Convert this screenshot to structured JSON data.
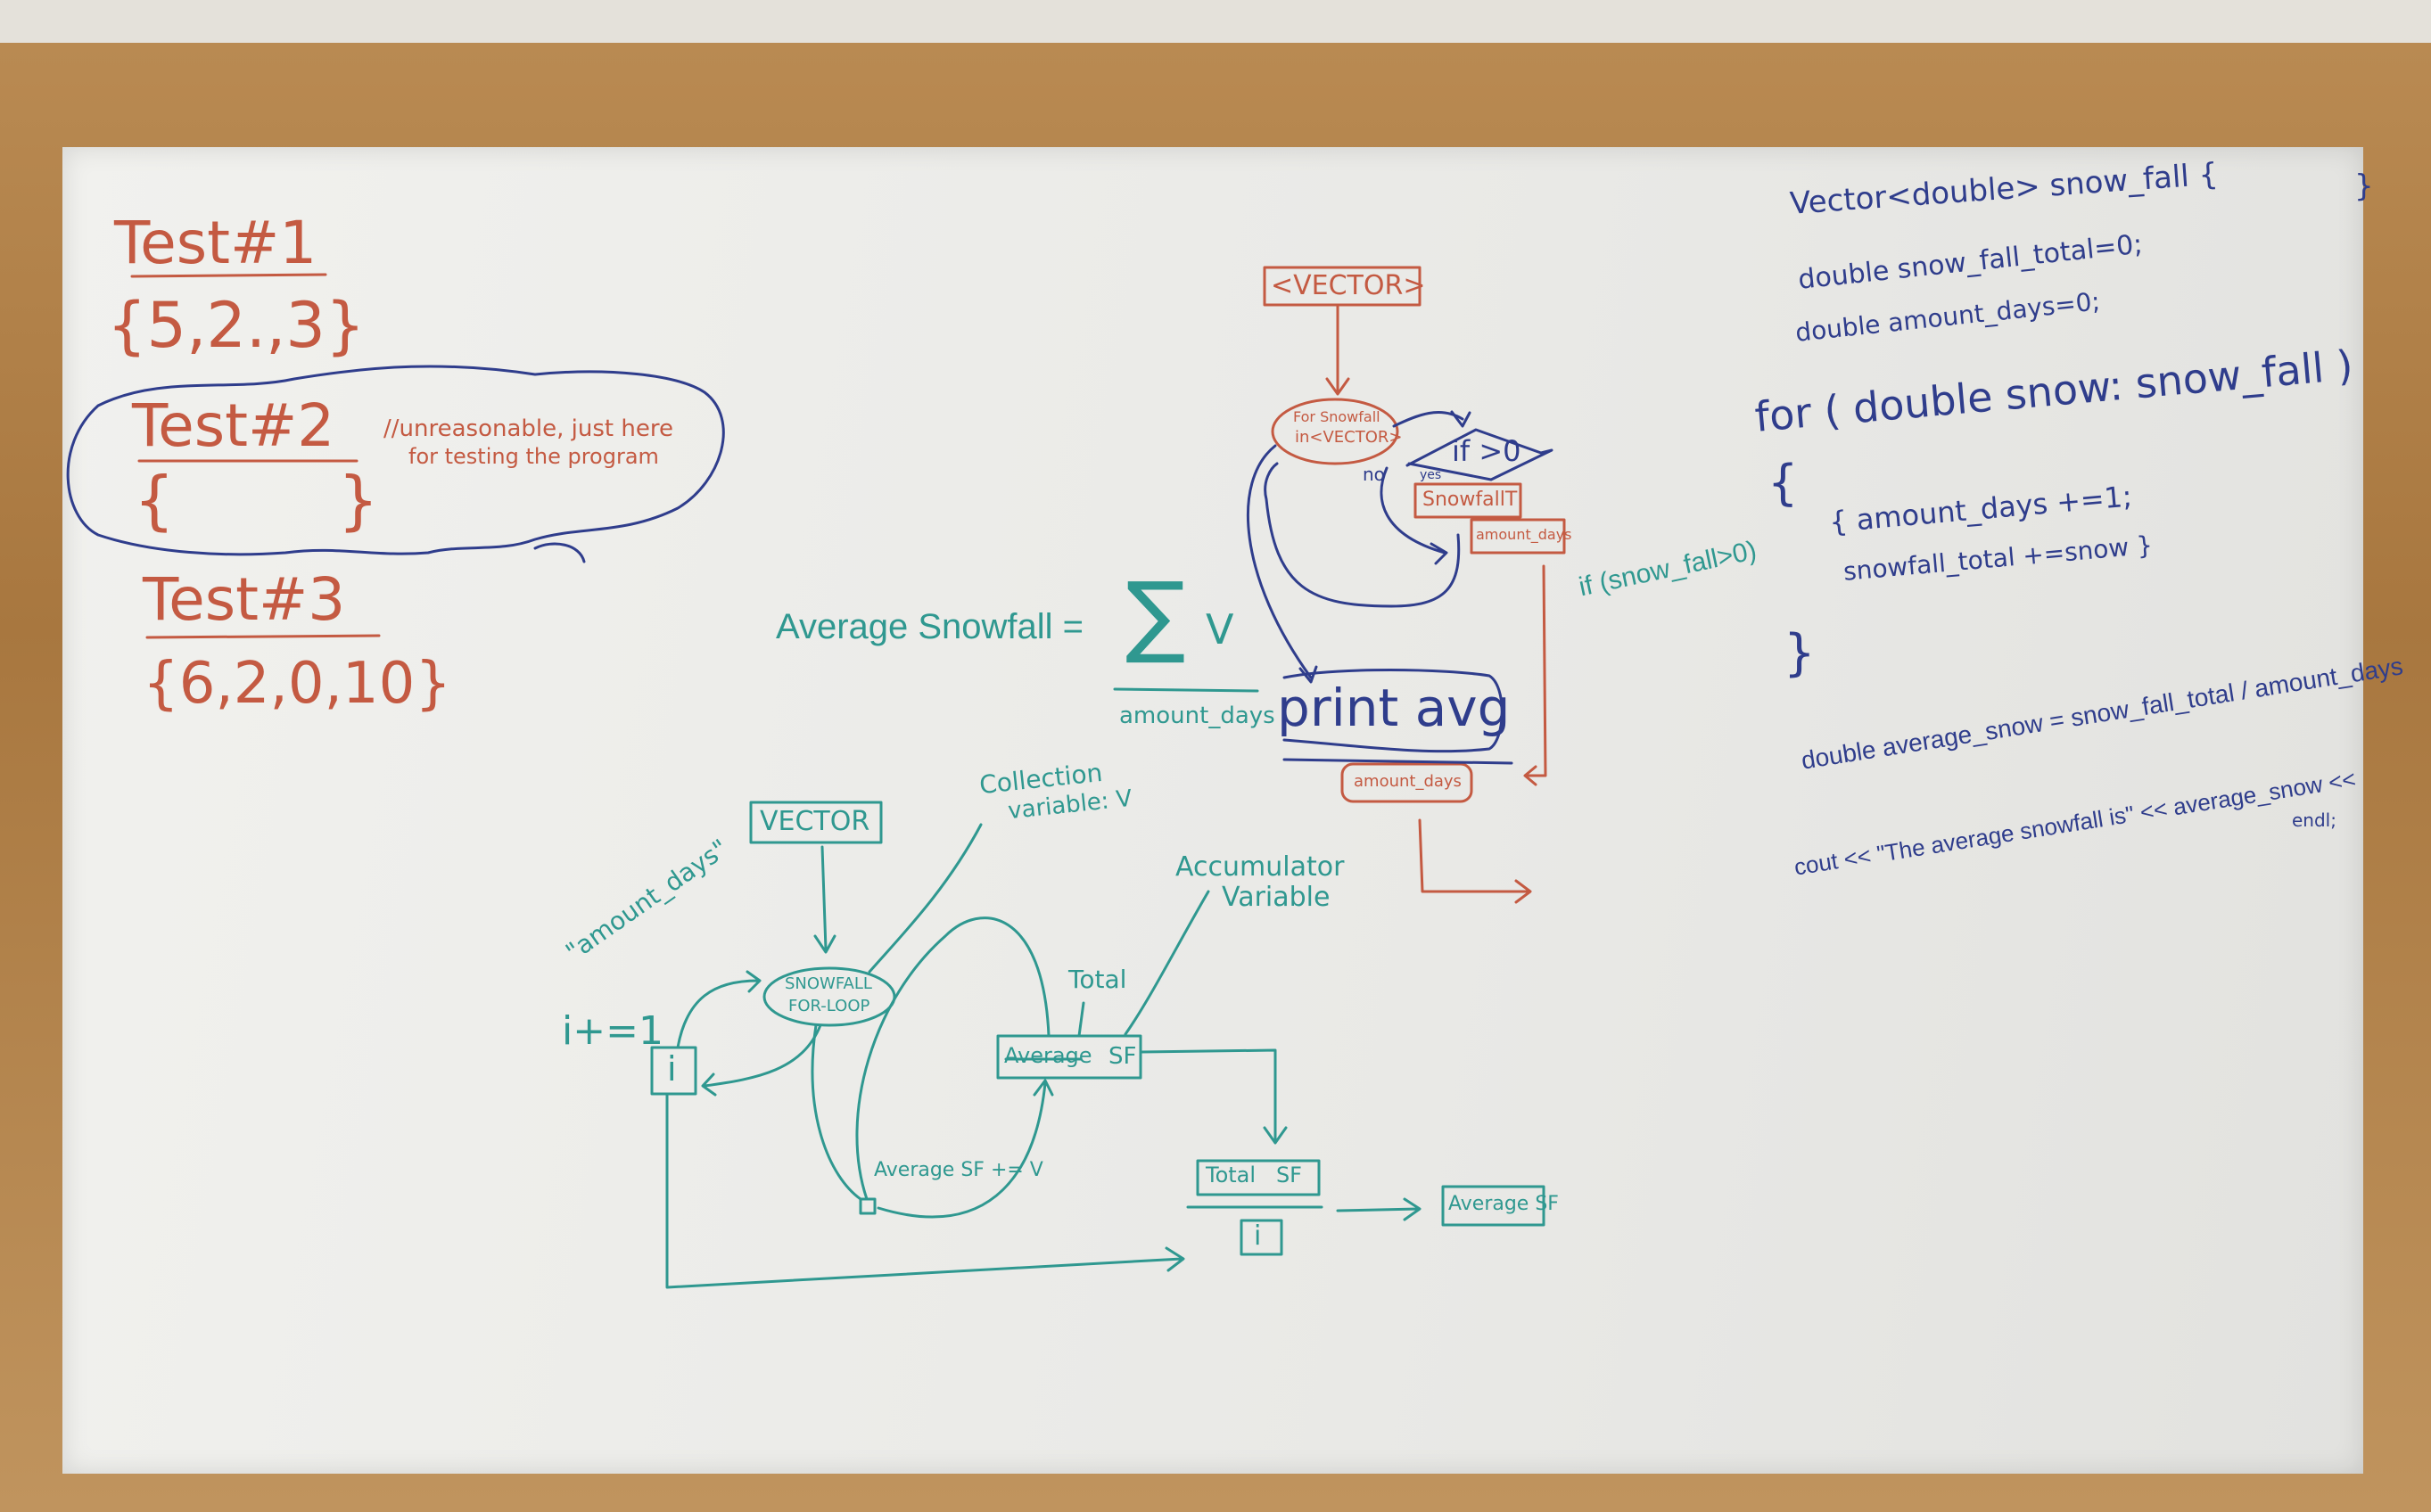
{
  "tests": [
    {
      "title": "Test#1",
      "values": "{5,2.,3}"
    },
    {
      "title": "Test#2",
      "values": "{        }",
      "note_line1": "//unreasonable, just here",
      "note_line2": "for testing the program"
    },
    {
      "title": "Test#3",
      "values": "{6,2,0,10}"
    }
  ],
  "formula": {
    "lhs": "Average Snowfall =",
    "sigma": "∑",
    "var": "V",
    "denominator": "amount_days"
  },
  "flowchart": {
    "vector": "<VECTOR>",
    "loop_line1": "For Snowfall",
    "loop_line2": "in<VECTOR>",
    "decision": "if >0",
    "no_label": "no",
    "yes_label": "yes",
    "snowfall_total": "SnowfallT",
    "amount_days": "amount_days",
    "print": "print avg",
    "amount_days_bottom": "amount_days"
  },
  "if_note": "if (snow_fall>0)",
  "code": [
    "Vector<double> snow_fall {",
    "}",
    "double snow_fall_total=0;",
    "double amount_days=0;",
    "for ( double snow: snow_fall )",
    "{",
    "{ amount_days +=1;",
    "snowfall_total +=snow }",
    "}",
    "double average_snow = snow_fall_total / amount_days",
    "cout << \"The average snowfall is\" << average_snow <<",
    "endl;"
  ],
  "diagram": {
    "vector": "VECTOR",
    "collection_line1": "Collection",
    "collection_line2": "variable: V",
    "amount_days": "\"amount_days\"",
    "loop_line1": "SNOWFALL",
    "loop_line2": "FOR-LOOP",
    "increment": "i+=1",
    "i_box": "i",
    "accumulator_line1": "Accumulator",
    "accumulator_line2": "Variable",
    "total": "Total",
    "average_sf_struck": "Average",
    "sf": "SF",
    "update": "Average SF += V",
    "total_sf": "Total   SF",
    "i_denominator": "i",
    "result": "Average SF"
  },
  "colors": {
    "red": "#c45a42",
    "blue": "#2f3d8c",
    "teal": "#2f9890"
  }
}
